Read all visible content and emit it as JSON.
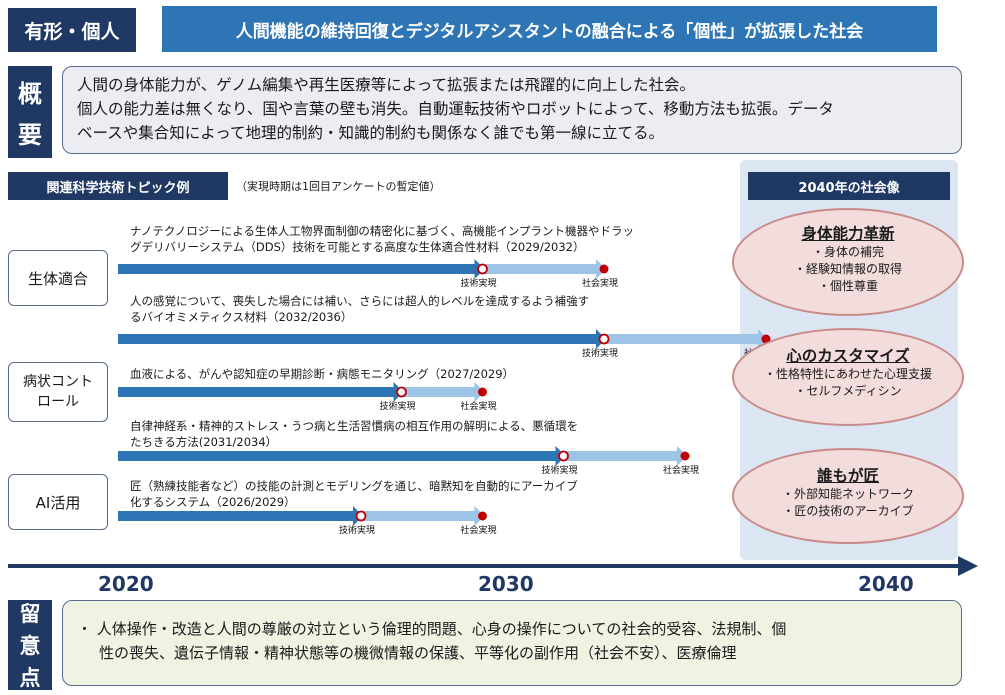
{
  "header": {
    "tag": "有形・個人",
    "title": "人間機能の維持回復とデジタルアシスタントの融合による「個性」が拡張した社会"
  },
  "overview": {
    "label_1": "概",
    "label_2": "要",
    "line1": "人間の身体能力が、ゲノム編集や再生医療等によって拡張または飛躍的に向上した社会。",
    "line2": "個人の能力差は無くなり、国や言葉の壁も消失。自動運転技術やロボットによって、移動方法も拡張。データ",
    "line3": "ベースや集合知によって地理的制約・知識的制約も関係なく誰でも第一線に立てる。"
  },
  "topics": {
    "header": "関連科学技術トピック例",
    "note": "（実現時期は1回目アンケートの暫定値）"
  },
  "categories": [
    "生体適合",
    "病状コント\nロール",
    "AI活用"
  ],
  "items": [
    {
      "line1": "ナノテクノロジーによる生体人工物界面制御の精密化に基づく、高機能インプラント機器やドラッ",
      "line2": "グデリバリーシステム（DDS）技術を可能とする高度な生体適合性材料（2029/2032）",
      "tech_year": 2029,
      "social_year": 2032
    },
    {
      "line1": "人の感覚について、喪失した場合には補い、さらには超人的レベルを達成するよう補強す",
      "line2": "るバイオミメティクス材料（2032/2036）",
      "tech_year": 2032,
      "social_year": 2036
    },
    {
      "line1": "血液による、がんや認知症の早期診断・病態モニタリング（2027/2029）",
      "line2": "",
      "tech_year": 2027,
      "social_year": 2029
    },
    {
      "line1": "自律神経系・精神的ストレス・うつ病と生活習慣病の相互作用の解明による、悪循環を",
      "line2": "たちきる方法(2031/2034）",
      "tech_year": 2031,
      "social_year": 2034
    },
    {
      "line1": "匠（熟練技能者など）の技能の計測とモデリングを通じ、暗黙知を自動的にアーカイブ",
      "line2": "化するシステム（2026/2029）",
      "tech_year": 2026,
      "social_year": 2029
    }
  ],
  "milestones": {
    "tech": "技術実現",
    "social": "社会実現"
  },
  "timeline": {
    "labels": [
      "2020",
      "2030",
      "2040"
    ]
  },
  "future": {
    "header": "2040年の社会像",
    "cards": [
      {
        "title": "身体能力革新",
        "lines": [
          "・身体の補完",
          "・経験知情報の取得",
          "・個性尊重"
        ]
      },
      {
        "title": "心のカスタマイズ",
        "lines": [
          "・性格特性にあわせた心理支援",
          "・セルフメディシン"
        ]
      },
      {
        "title": "誰もが匠",
        "lines": [
          "・外部知能ネットワーク",
          "・匠の技術のアーカイブ"
        ]
      }
    ]
  },
  "notes": {
    "label_1": "留",
    "label_2": "意",
    "label_3": "点",
    "line1": "・ 人体操作・改造と人間の尊厳の対立という倫理的問題、心身の操作についての社会的受容、法規制、個",
    "line2": "性の喪失、遺伝子情報・精神状態等の機微情報の保護、平等化の副作用（社会不安）、医療倫理"
  },
  "colors": {
    "navy": "#1f3864",
    "blue": "#2e75b6",
    "arrow_dark": "#2e75b6",
    "arrow_light": "#9dc3e6",
    "dot": "#c00000",
    "oval": "#f3dcdc"
  }
}
